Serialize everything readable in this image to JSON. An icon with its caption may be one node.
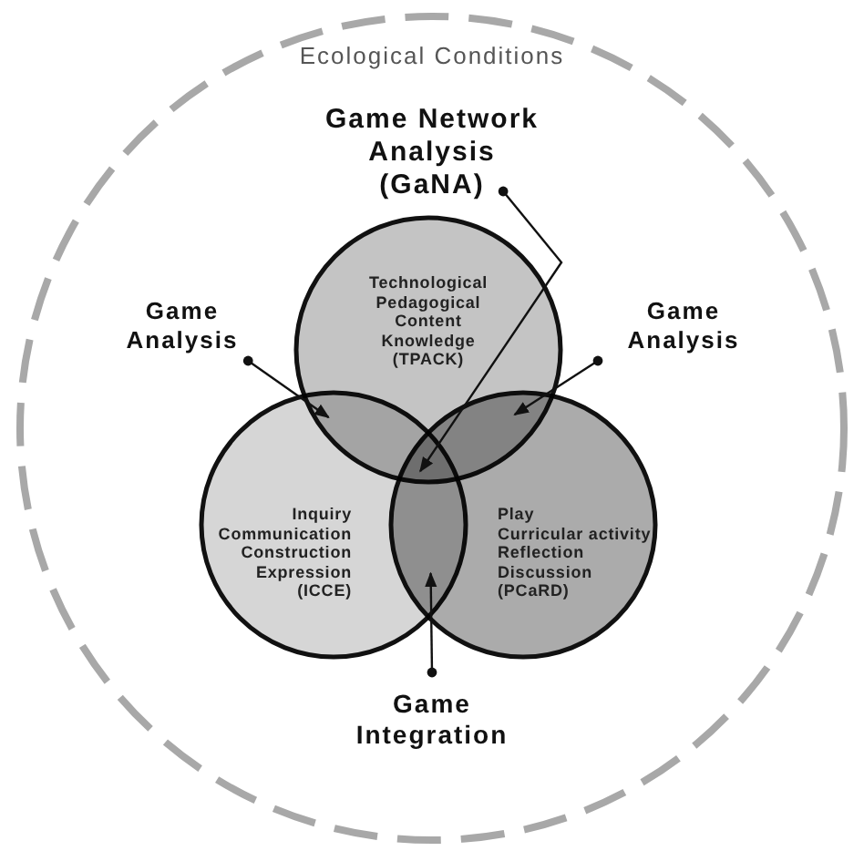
{
  "diagram": {
    "nodes": [
      {
        "text": [
          "Ecological Conditions"
        ]
      },
      {
        "text": [
          "Technological Pedagogical Content Knowledge (TPACK)"
        ],
        "in": 0
      },
      {
        "text": [
          "Inquiry",
          "Communication",
          "Construction",
          "Expression",
          "(ICCE)"
        ],
        "in": 0
      },
      {
        "text": [
          "Play",
          "Curricular activity",
          "Reflection",
          "Discussion",
          "(PCaRD)"
        ],
        "in": 0
      },
      {
        "text": [
          "Game Network Analysis (GaNA)"
        ],
        "in": 0
      },
      {
        "text": [
          "Game Analysis"
        ],
        "in": 0
      },
      {
        "text": [
          "Game Analysis"
        ],
        "in": 0
      },
      {
        "text": [
          "Game Integration"
        ],
        "in": 0
      }
    ],
    "edges": [
      {
        "from": 4,
        "to": 1,
        "arrow": "to"
      },
      {
        "from": 5,
        "to": 1,
        "arrow": "to"
      },
      {
        "from": 6,
        "to": 1,
        "arrow": "to"
      },
      {
        "from": 7,
        "to": 2,
        "arrow": "to"
      }
    ]
  }
}
